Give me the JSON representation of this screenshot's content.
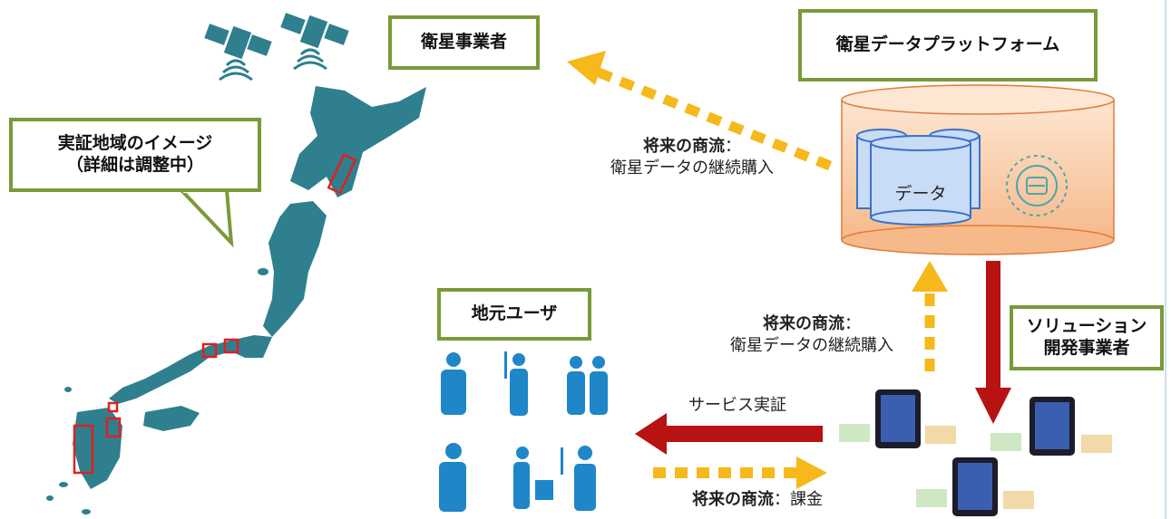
{
  "boxes": {
    "satellite_operator": "衛星事業者",
    "platform": "衛星データプラットフォーム",
    "local_users": "地元ユーザ",
    "solution_dev_line1": "ソリューション",
    "solution_dev_line2": "開発事業者",
    "callout_line1": "実証地域のイメージ",
    "callout_line2": "（詳細は調整中）"
  },
  "labels": {
    "future_flow_bold": "将来の商流",
    "colon": "：",
    "purchase": "衛星データの継続購入",
    "service_demo": "サービス実証",
    "billing": "課金",
    "data": "データ"
  },
  "colors": {
    "box_border": "#7a9a3a",
    "map_fill": "#2f7f8f",
    "arrow_red": "#b81212",
    "arrow_yellow": "#f6b81a",
    "platform_fill": "#f8c9a0",
    "region_red": "#e02020"
  }
}
